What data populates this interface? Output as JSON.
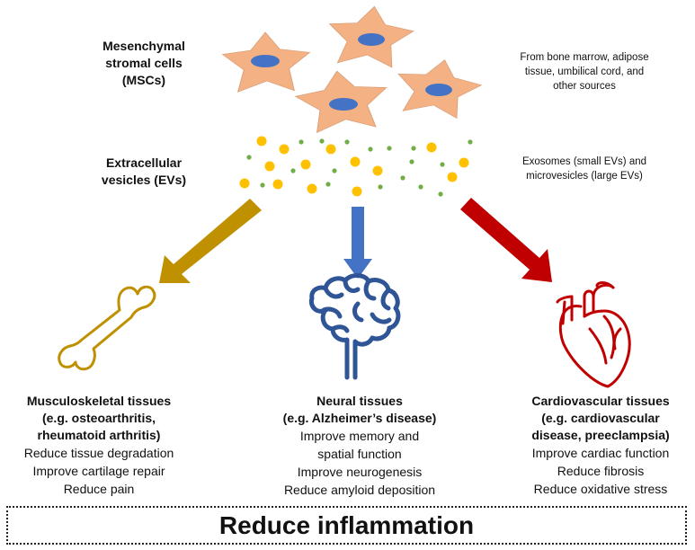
{
  "colors": {
    "cell_fill": "#f4b183",
    "cell_stroke": "#d9a07a",
    "nucleus": "#4472c4",
    "vesicle_large": "#ffc000",
    "vesicle_small": "#70ad47",
    "arrow_left": "#bf9000",
    "arrow_center": "#4472c4",
    "arrow_right": "#c00000",
    "bone": "#bf9000",
    "brain": "#2f5597",
    "heart": "#c00000"
  },
  "msc": {
    "label_lines": [
      "Mesenchymal",
      "stromal cells",
      "(MSCs)"
    ],
    "source_lines": [
      "From bone marrow, adipose",
      "tissue, umbilical cord, and",
      "other sources"
    ]
  },
  "ev": {
    "label_lines": [
      "Extracellular",
      "vesicles (EVs)"
    ],
    "type_lines": [
      "Exosomes (small EVs) and",
      "microvesicles (large EVs)"
    ]
  },
  "columns": [
    {
      "icon": "bone-icon",
      "heading_lines": [
        "Musculoskeletal tissues",
        "(e.g. osteoarthritis,",
        "rheumatoid arthritis)"
      ],
      "effects": [
        "Reduce tissue degradation",
        "Improve cartilage repair",
        "Reduce pain"
      ]
    },
    {
      "icon": "brain-icon",
      "heading_lines": [
        "Neural tissues",
        "(e.g. Alzheimer’s disease)"
      ],
      "effects": [
        "Improve memory and",
        "spatial function",
        "Improve neurogenesis",
        "Reduce amyloid deposition"
      ]
    },
    {
      "icon": "heart-icon",
      "heading_lines": [
        "Cardiovascular tissues",
        "(e.g. cardiovascular",
        "disease, preeclampsia)"
      ],
      "effects": [
        "Improve cardiac function",
        "Reduce fibrosis",
        "Reduce oxidative stress"
      ]
    }
  ],
  "bottom_banner": "Reduce inflammation"
}
